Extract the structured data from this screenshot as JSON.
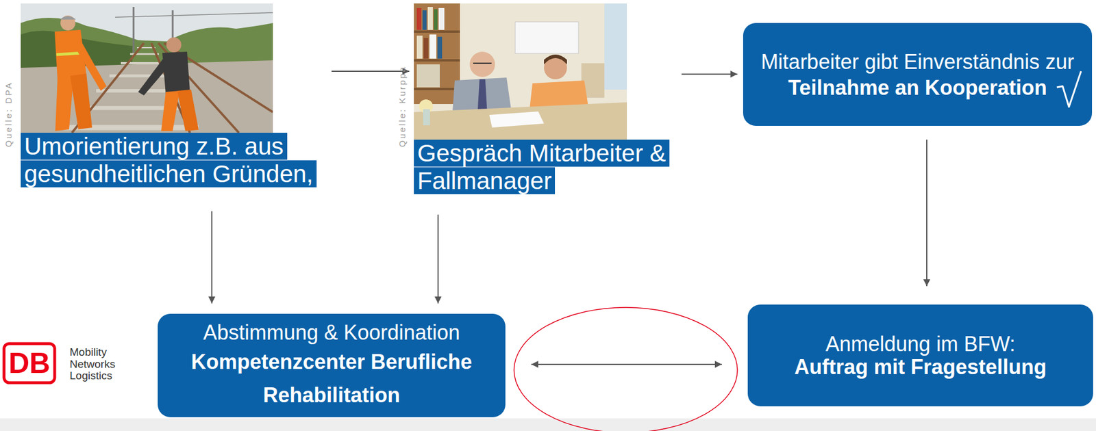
{
  "diagram": {
    "nodes": [
      {
        "text": [
          "Umorientierung z.B. aus gesundheitlichen Gründen,"
        ]
      },
      {
        "text": [
          "Gespräch Mitarbeiter & Fallmanager"
        ]
      },
      {
        "text": [
          "Mitarbeiter gibt Einverständnis zur",
          "Teilnahme an Kooperation"
        ]
      },
      {
        "text": [
          "Abstimmung & Koordination",
          "Kompetenzcenter Berufliche Rehabilitation"
        ]
      },
      {
        "text": [
          "Anmeldung im BFW:",
          "Auftrag mit Fragestellung"
        ]
      }
    ],
    "edges": [
      {
        "from": 0,
        "to": 1,
        "arrow": "to"
      },
      {
        "from": 1,
        "to": 2,
        "arrow": "to"
      },
      {
        "from": 0,
        "to": 3,
        "arrow": "to"
      },
      {
        "from": 1,
        "to": 3,
        "arrow": "to"
      },
      {
        "from": 2,
        "to": 4,
        "arrow": "to"
      },
      {
        "from": 3,
        "to": 4,
        "arrow": "both"
      }
    ],
    "labels": [
      "Quelle: DPA",
      "Quelle: Kurppa",
      "DB",
      "Mobility Networks Logistics"
    ]
  }
}
